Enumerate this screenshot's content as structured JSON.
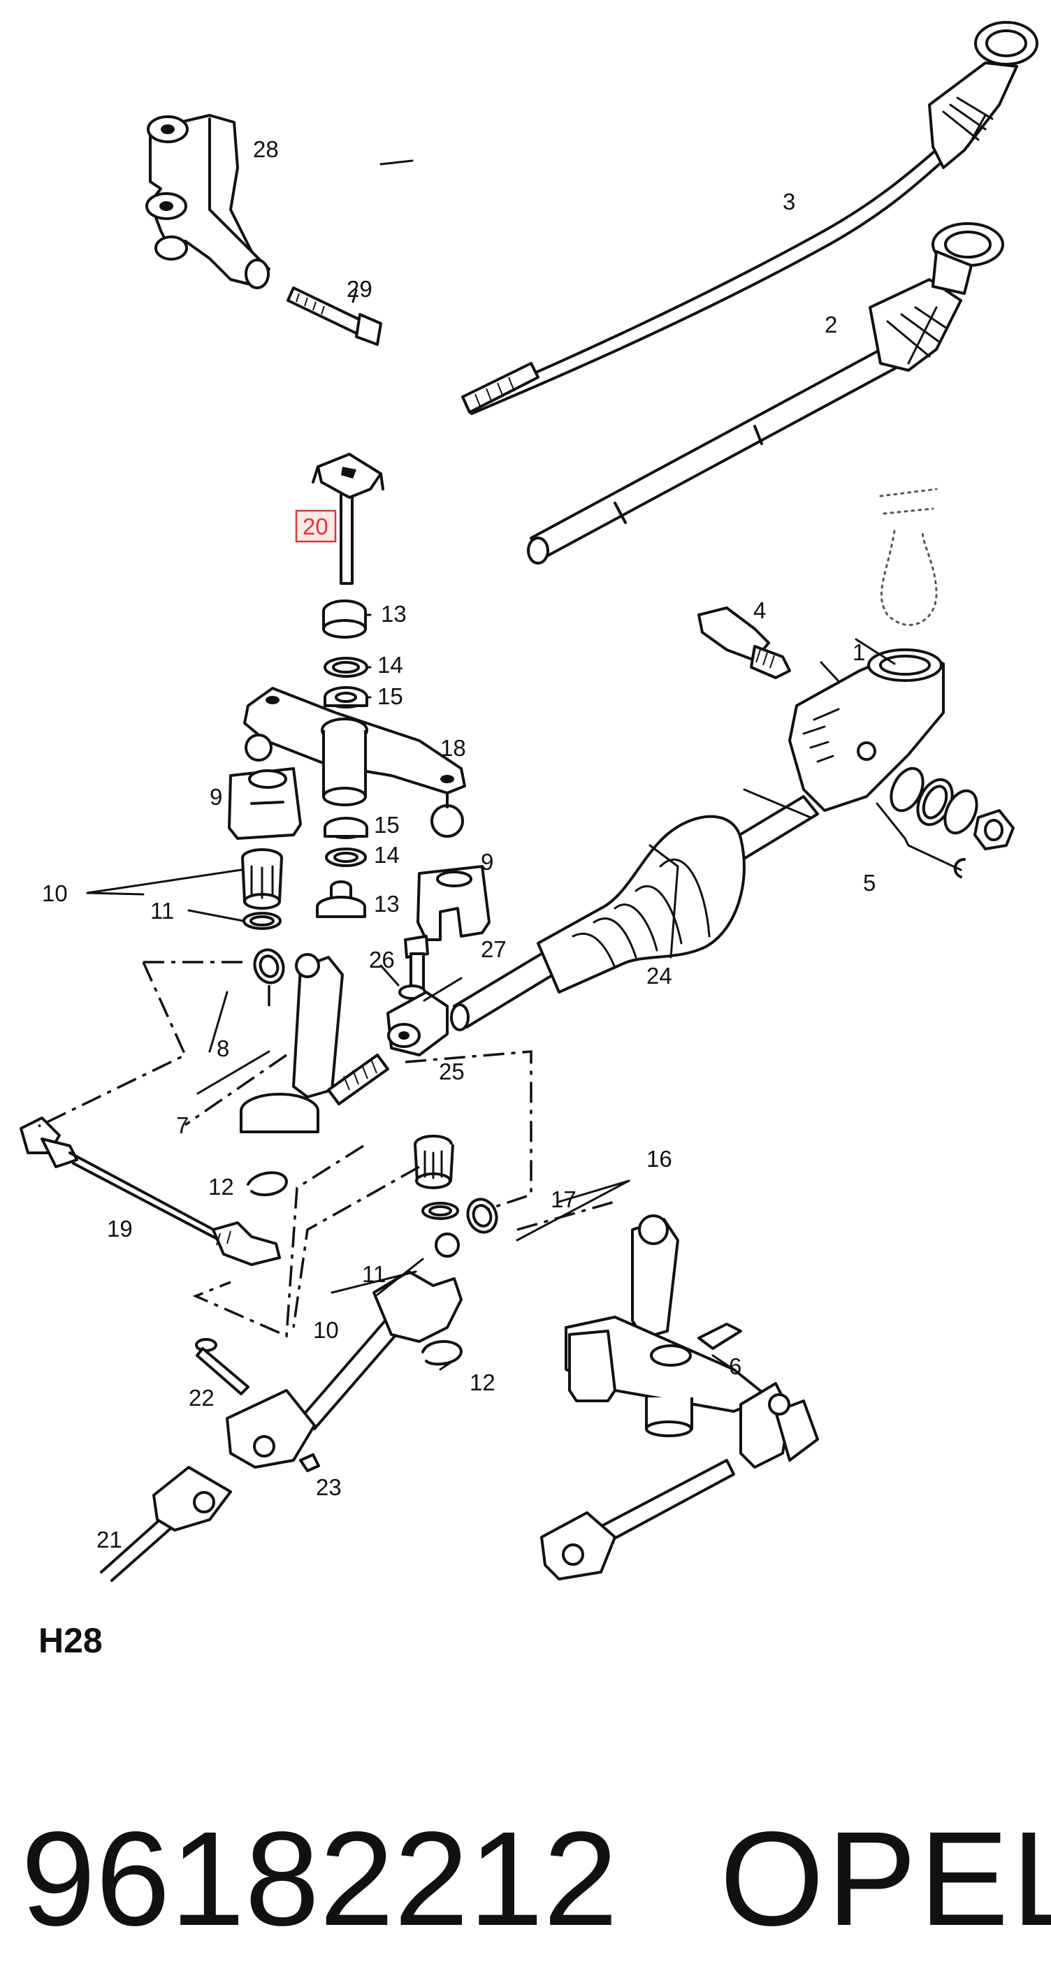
{
  "diagram": {
    "code": "H28",
    "highlighted_callout": "20"
  },
  "footer": {
    "part_number": "96182212",
    "brand": "OPEL"
  },
  "callouts": {
    "c1": "1",
    "c2": "2",
    "c3": "3",
    "c4": "4",
    "c5": "5",
    "c6": "6",
    "c7": "7",
    "c8": "8",
    "c9a": "9",
    "c9b": "9",
    "c10a": "10",
    "c10b": "10",
    "c11a": "11",
    "c11b": "11",
    "c12a": "12",
    "c12b": "12",
    "c13a": "13",
    "c13b": "13",
    "c14a": "14",
    "c14b": "14",
    "c15a": "15",
    "c15b": "15",
    "c16": "16",
    "c17": "17",
    "c18": "18",
    "c19": "19",
    "c20": "20",
    "c21": "21",
    "c22": "22",
    "c23": "23",
    "c24": "24",
    "c25": "25",
    "c26": "26",
    "c27": "27",
    "c28": "28",
    "c29": "29"
  }
}
